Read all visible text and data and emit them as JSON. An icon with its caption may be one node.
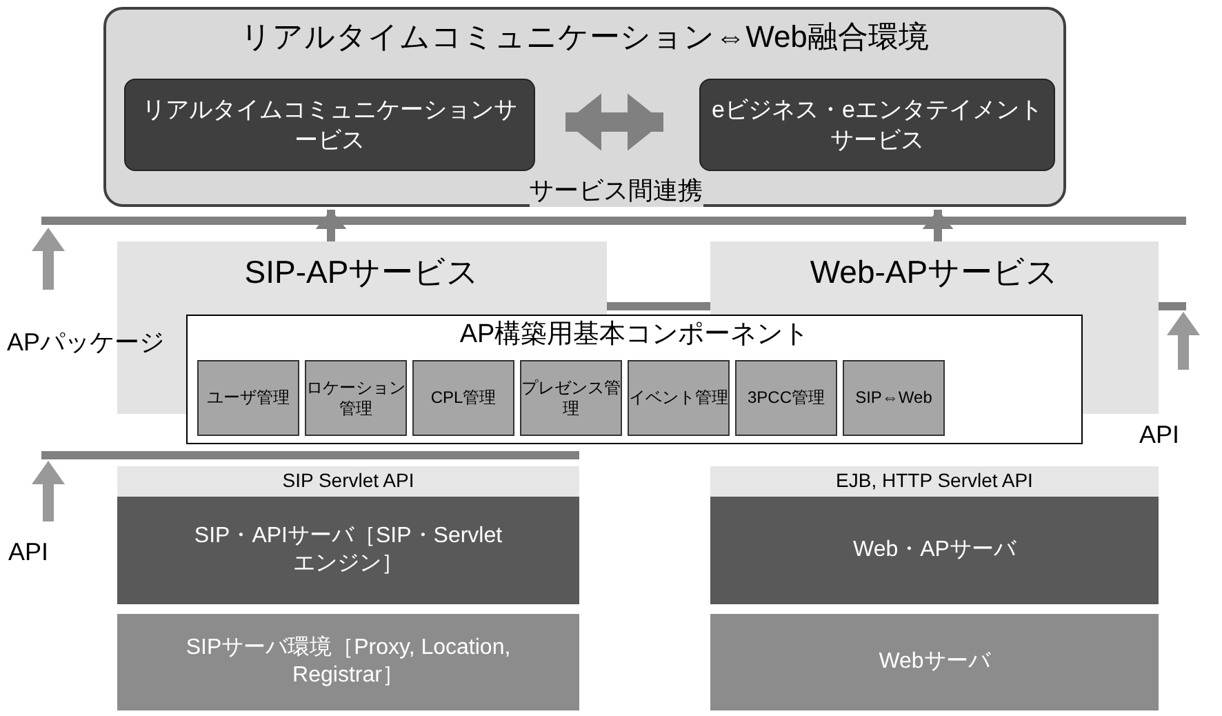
{
  "diagram": {
    "nodes": [
      {
        "text": [
          "リアルタイムコミュニケーション⇔Web融合環境"
        ]
      },
      {
        "text": [
          "リアルタイムコミュニケーションサービス"
        ],
        "in": 0
      },
      {
        "text": [
          "eビジネス・eエンタテイメントサービス"
        ],
        "in": 0
      },
      {
        "text": [
          "SIP-APサービス"
        ]
      },
      {
        "text": [
          "Web-APサービス"
        ]
      },
      {
        "text": [
          "AP構築用基本コンポーネント"
        ]
      },
      {
        "text": [
          "ユーザ管理"
        ],
        "in": 5
      },
      {
        "text": [
          "ロケーション管理"
        ],
        "in": 5
      },
      {
        "text": [
          "CPL管理"
        ],
        "in": 5
      },
      {
        "text": [
          "プレゼンス管理"
        ],
        "in": 5
      },
      {
        "text": [
          "イベント管理"
        ],
        "in": 5
      },
      {
        "text": [
          "3PCC管理"
        ],
        "in": 5
      },
      {
        "text": [
          "SIP⇔Web"
        ],
        "in": 5
      },
      {
        "text": [
          "SIP Servlet API"
        ]
      },
      {
        "text": [
          "SIP・APIサーバ［SIP・Servletエンジン］"
        ]
      },
      {
        "text": [
          "SIPサーバ環境［Proxy, Location, Registrar］"
        ]
      },
      {
        "text": [
          "EJB, HTTP Servlet API"
        ]
      },
      {
        "text": [
          "Web・APサーバ"
        ]
      },
      {
        "text": [
          "Webサーバ"
        ]
      }
    ],
    "edges": [
      {
        "from": 1,
        "to": 2,
        "arrow": "both",
        "label": "サービス間連携",
        "style": "thick"
      },
      {
        "from": 3,
        "to": 0,
        "arrow": "to"
      },
      {
        "from": 4,
        "to": 0,
        "arrow": "to"
      }
    ],
    "labels": [
      "APパッケージ",
      "API",
      "API"
    ]
  }
}
